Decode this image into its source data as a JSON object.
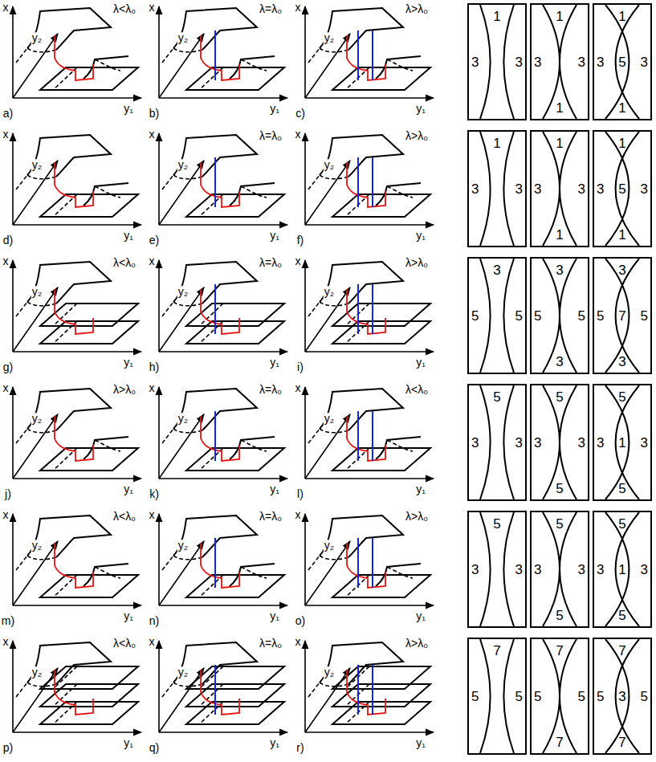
{
  "diagram": {
    "nodes": [
      {
        "text": [
          "1",
          "3",
          "3"
        ]
      },
      {
        "text": [
          "1",
          "3",
          "3",
          "1"
        ]
      },
      {
        "text": [
          "1",
          "3",
          "5",
          "3",
          "1"
        ]
      },
      {
        "text": [
          "1",
          "3",
          "3"
        ]
      },
      {
        "text": [
          "1",
          "3",
          "3",
          "1"
        ]
      },
      {
        "text": [
          "1",
          "3",
          "5",
          "3",
          "1"
        ]
      },
      {
        "text": [
          "3",
          "5",
          "5"
        ]
      },
      {
        "text": [
          "3",
          "5",
          "5",
          "3"
        ]
      },
      {
        "text": [
          "3",
          "5",
          "7",
          "5",
          "3"
        ]
      },
      {
        "text": [
          "5",
          "3",
          "3"
        ]
      },
      {
        "text": [
          "5",
          "3",
          "3",
          "5"
        ]
      },
      {
        "text": [
          "5",
          "3",
          "1",
          "3",
          "5"
        ]
      },
      {
        "text": [
          "5",
          "3",
          "3"
        ]
      },
      {
        "text": [
          "5",
          "3",
          "3",
          "5"
        ]
      },
      {
        "text": [
          "5",
          "3",
          "1",
          "3",
          "5"
        ]
      },
      {
        "text": [
          "7",
          "5",
          "5"
        ]
      },
      {
        "text": [
          "7",
          "5",
          "5",
          "7"
        ]
      },
      {
        "text": [
          "7",
          "5",
          "3",
          "5",
          "7"
        ]
      }
    ],
    "labels": [
      "x",
      "y₂",
      "λ<λ₀",
      "y₁",
      "a)",
      "x",
      "y₂",
      "λ=λ₀",
      "y₁",
      "b)",
      "x",
      "y₂",
      "λ>λ₀",
      "y₁",
      "c)",
      "x",
      "y₂",
      "y₁",
      "d)",
      "x",
      "y₂",
      "λ=λ₀",
      "y₁",
      "e)",
      "x",
      "y₂",
      "λ>λ₀",
      "y₁",
      "f)",
      "x",
      "y₂",
      "λ<λ₀",
      "y₁",
      "g)",
      "x",
      "y₂",
      "λ=λ₀",
      "y₁",
      "h)",
      "x",
      "y₂",
      "λ>λ₀",
      "y₁",
      "i)",
      "x",
      "y₂",
      "λ>λ₀",
      "y₁",
      "j)",
      "x",
      "y₂",
      "λ=λ₀",
      "y₁",
      "k)",
      "x",
      "y₂",
      "λ<λ₀",
      "y₁",
      "l)",
      "x",
      "y₂",
      "λ<λ₀",
      "y₁",
      "m)",
      "x",
      "y₂",
      "λ=λ₀",
      "y₁",
      "n)",
      "x",
      "y₂",
      "λ>λ₀",
      "y₁",
      "o)",
      "x",
      "y₂",
      "λ<λ₀",
      "y₁",
      "p)",
      "x",
      "y₂",
      "λ=λ₀",
      "y₁",
      "q)",
      "x",
      "y₂",
      "λ>λ₀",
      "y₁",
      "r)"
    ]
  }
}
